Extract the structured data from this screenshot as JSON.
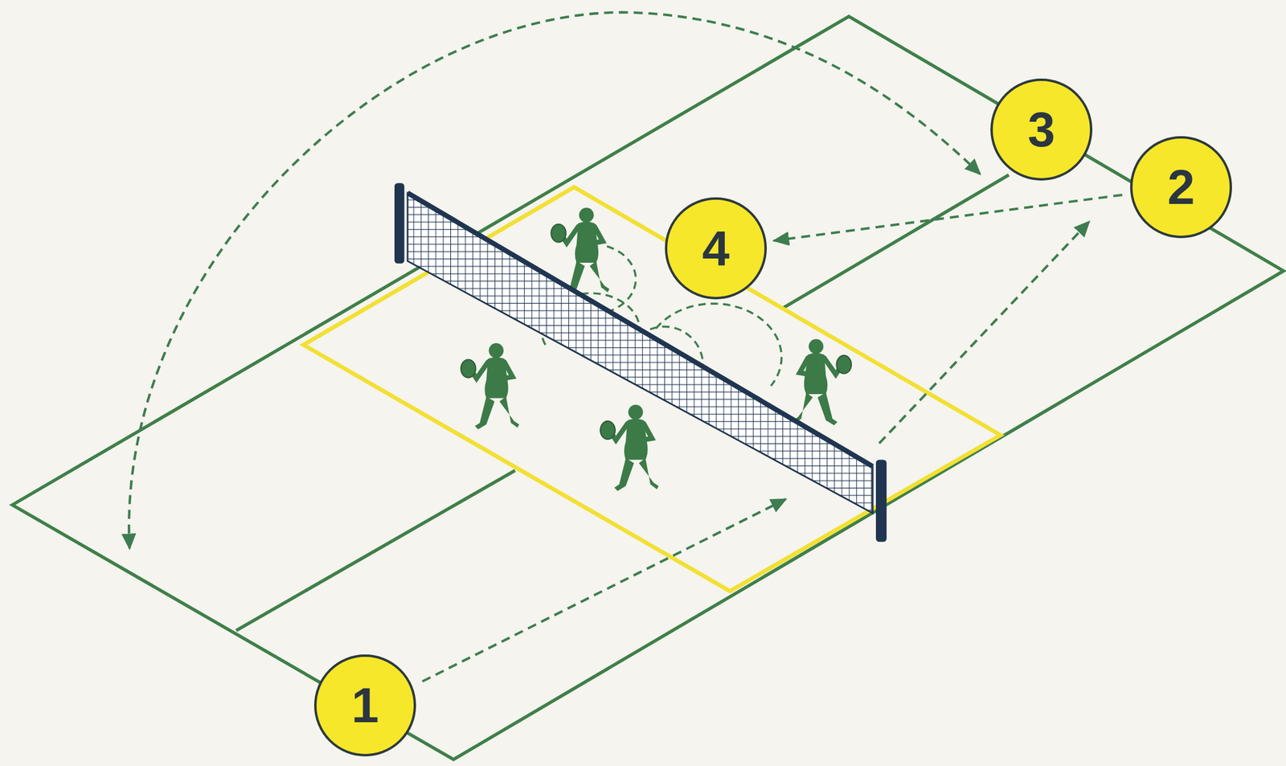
{
  "diagram": {
    "nodes": [
      {
        "text": [
          "1"
        ]
      },
      {
        "text": [
          "2"
        ]
      },
      {
        "text": [
          "3"
        ]
      },
      {
        "text": [
          "4"
        ]
      }
    ],
    "edges": [
      {
        "from": 1,
        "to": 3,
        "arrow": "to"
      }
    ]
  }
}
